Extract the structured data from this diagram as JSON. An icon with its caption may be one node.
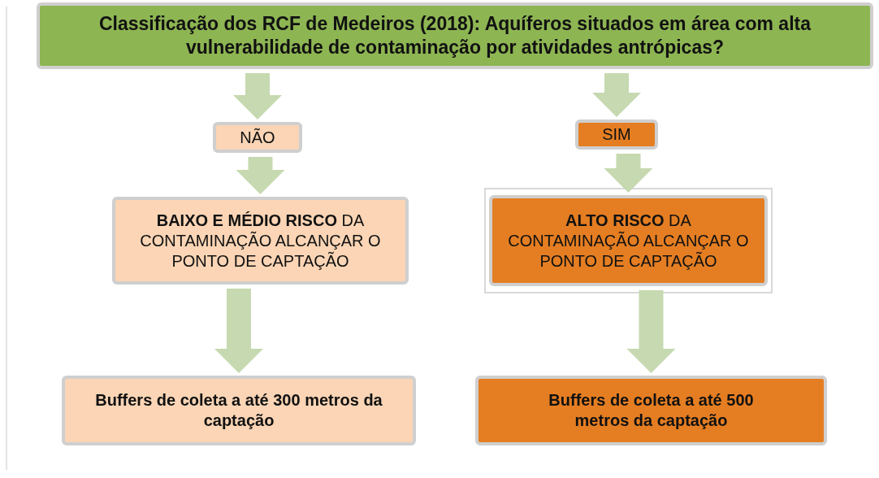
{
  "diagram": {
    "nodes": [
      {
        "text": [
          "Classificação dos RCF de Medeiros (2018): Aquíferos situados em área com alta vulnerabilidade de contaminação por atividades antrópicas?"
        ]
      },
      {
        "text": [
          "NÃO"
        ]
      },
      {
        "text": [
          "**BAIXO E MÉDIO RISCO** DA CONTAMINAÇÃO ALCANÇAR O PONTO DE CAPTAÇÃO"
        ]
      },
      {
        "text": [
          "Buffers de coleta a até 300 metros da captação"
        ]
      },
      {
        "text": [
          "SIM"
        ]
      },
      {
        "text": [
          "**ALTO RISCO** DA CONTAMINAÇÃO ALCANÇAR O PONTO DE CAPTAÇÃO"
        ]
      },
      {
        "text": [
          "Buffers de coleta a até 500 metros da captação"
        ]
      }
    ],
    "edges": [
      {
        "from": 0,
        "to": 1,
        "arrow": "to"
      },
      {
        "from": 1,
        "to": 2,
        "arrow": "to"
      },
      {
        "from": 2,
        "to": 3,
        "arrow": "to"
      },
      {
        "from": 0,
        "to": 4,
        "arrow": "to"
      },
      {
        "from": 4,
        "to": 5,
        "arrow": "to"
      },
      {
        "from": 5,
        "to": 6,
        "arrow": "to"
      }
    ]
  }
}
